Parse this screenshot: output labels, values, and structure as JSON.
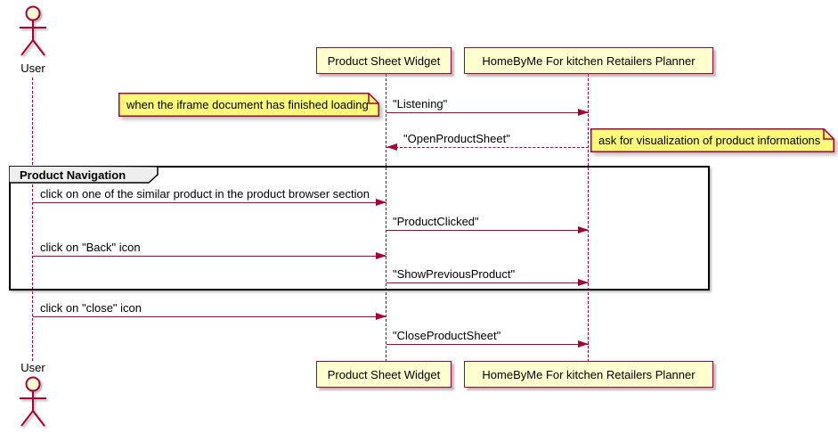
{
  "diagram": {
    "type": "uml-sequence-diagram",
    "actor": {
      "top_label": "User",
      "bottom_label": "User"
    },
    "participants": [
      {
        "id": "product-sheet-widget",
        "label": "Product Sheet Widget"
      },
      {
        "id": "homebyme-planner",
        "label": "HomeByMe For kitchen Retailers Planner"
      }
    ],
    "notes": [
      {
        "id": "note-iframe-loading",
        "text": "when the iframe document has finished loading",
        "attached_to": "product-sheet-widget",
        "side": "left"
      },
      {
        "id": "note-ask-visualization",
        "text": "ask for visualization of product informations",
        "attached_to": "homebyme-planner",
        "side": "right"
      }
    ],
    "frame": {
      "label": "Product Navigation"
    },
    "messages": [
      {
        "text": "\"Listening\"",
        "from": "product-sheet-widget",
        "to": "homebyme-planner",
        "style": "solid"
      },
      {
        "text": "\"OpenProductSheet\"",
        "from": "homebyme-planner",
        "to": "product-sheet-widget",
        "style": "dashed"
      },
      {
        "text": "click on one of the similar product in the product browser section",
        "from": "user",
        "to": "product-sheet-widget",
        "style": "solid",
        "in_frame": true
      },
      {
        "text": "\"ProductClicked\"",
        "from": "product-sheet-widget",
        "to": "homebyme-planner",
        "style": "solid",
        "in_frame": true
      },
      {
        "text": "click on \"Back\" icon",
        "from": "user",
        "to": "product-sheet-widget",
        "style": "solid",
        "in_frame": true
      },
      {
        "text": "\"ShowPreviousProduct\"",
        "from": "product-sheet-widget",
        "to": "homebyme-planner",
        "style": "solid",
        "in_frame": true
      },
      {
        "text": "click on \"close\" icon",
        "from": "user",
        "to": "product-sheet-widget",
        "style": "solid",
        "in_frame": false
      },
      {
        "text": "\"CloseProductSheet\"",
        "from": "product-sheet-widget",
        "to": "homebyme-planner",
        "style": "solid",
        "in_frame": false
      }
    ],
    "colors": {
      "accent_crimson": "#A80036",
      "participant_fill": "#FEFECE",
      "note_fill": "#FBFB77",
      "frame_border": "#000000",
      "frame_label_fill": "#EEEEEE",
      "background": "#FFFFFF",
      "text": "#000000"
    }
  }
}
